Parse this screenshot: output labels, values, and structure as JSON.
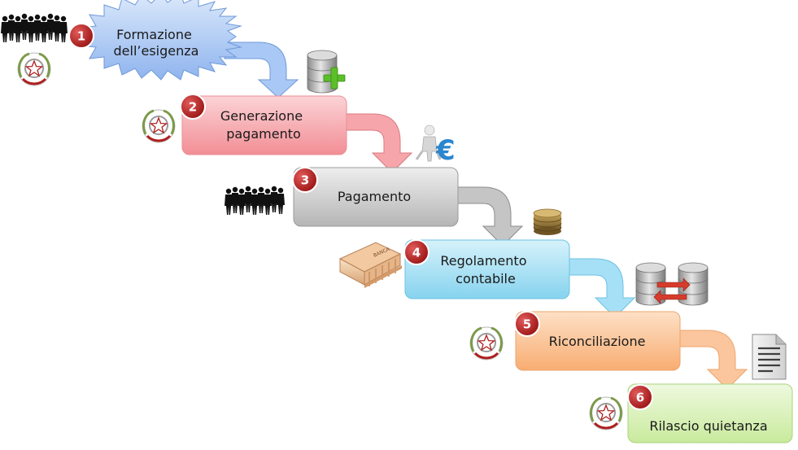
{
  "title": "",
  "steps": [
    {
      "number": "1",
      "lines": [
        "Formazione",
        "dell’esigenza"
      ],
      "color": "#a8c6f2",
      "actor": "people-icon"
    },
    {
      "number": "2",
      "lines": [
        "Generazione",
        "pagamento"
      ],
      "color": "#f4a5aa",
      "actor": "emblem-icon"
    },
    {
      "number": "3",
      "lines": [
        "Pagamento"
      ],
      "color": "#c9c9c9",
      "actor": "people-icon"
    },
    {
      "number": "4",
      "lines": [
        "Regolamento",
        "contabile"
      ],
      "color": "#9fdcf2",
      "actor": "bank-icon"
    },
    {
      "number": "5",
      "lines": [
        "Riconciliazione"
      ],
      "color": "#fbbf8e",
      "actor": "emblem-icon"
    },
    {
      "number": "6",
      "lines": [
        "Rilascio quietanza"
      ],
      "color": "#d6f0b4",
      "actor": "emblem-icon"
    }
  ],
  "connector_icons": [
    "database-add-icon",
    "euro-man-icon",
    "coins-icon",
    "database-sync-icon",
    "document-icon"
  ],
  "bank_sign": "BANCA",
  "badge_color": "#b01e1e"
}
